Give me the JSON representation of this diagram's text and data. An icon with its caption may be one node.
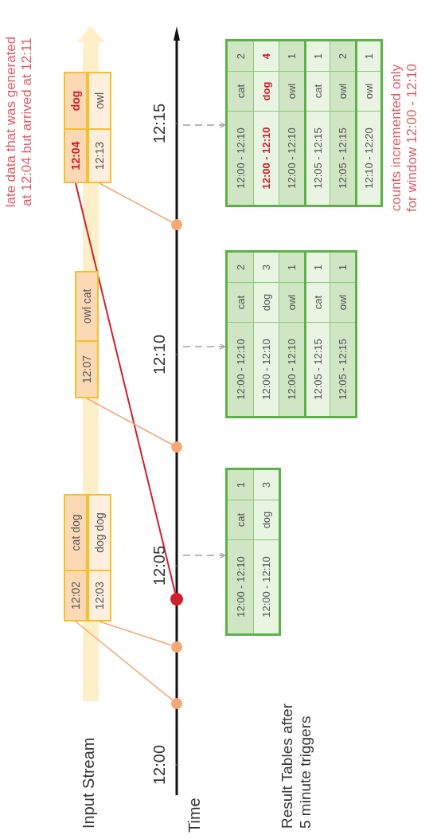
{
  "diagram": {
    "nodes": [
      {
        "text": [
          "12:02",
          "cat dog"
        ]
      },
      {
        "text": [
          "12:03",
          "dog dog"
        ]
      },
      {
        "text": [
          "12:07",
          "owl cat"
        ]
      },
      {
        "text": [
          "12:04",
          "dog"
        ]
      },
      {
        "text": [
          "12:13",
          "owl"
        ]
      },
      {
        "text": [],
        "shape": "circle"
      },
      {
        "text": [],
        "shape": "circle"
      },
      {
        "text": [],
        "shape": "circle"
      },
      {
        "text": [],
        "shape": "circle"
      },
      {
        "text": [],
        "shape": "circle"
      },
      {
        "text": [],
        "shape": "box"
      },
      {
        "text": [
          "12:00 - 12:10",
          "cat",
          "1"
        ],
        "in": 10
      },
      {
        "text": [
          "12:00 - 12:10",
          "dog",
          "3"
        ],
        "in": 10
      },
      {
        "text": [],
        "shape": "box"
      },
      {
        "text": [
          "12:00 - 12:10",
          "cat",
          "2"
        ],
        "in": 13
      },
      {
        "text": [
          "12:00 - 12:10",
          "dog",
          "3"
        ],
        "in": 13
      },
      {
        "text": [
          "12:00 - 12:10",
          "owl",
          "1"
        ],
        "in": 13
      },
      {
        "text": [
          "12:05 - 12:15",
          "cat",
          "1"
        ],
        "in": 13
      },
      {
        "text": [
          "12:05 - 12:15",
          "owl",
          "1"
        ],
        "in": 13
      },
      {
        "text": [],
        "shape": "box"
      },
      {
        "text": [
          "12:00 - 12:10",
          "cat",
          "2"
        ],
        "in": 19
      },
      {
        "text": [
          "12:00 - 12:10",
          "dog",
          "4"
        ],
        "in": 19
      },
      {
        "text": [
          "12:00 - 12:10",
          "owl",
          "1"
        ],
        "in": 19
      },
      {
        "text": [
          "12:05 - 12:15",
          "cat",
          "1"
        ],
        "in": 19
      },
      {
        "text": [
          "12:05 - 12:15",
          "owl",
          "2"
        ],
        "in": 19
      },
      {
        "text": [
          "12:10 - 12:20",
          "owl",
          "1"
        ],
        "in": 19
      },
      {
        "text": [],
        "shape": "arrow"
      }
    ],
    "edges": [
      {
        "from": 0,
        "to": 9,
        "arrow": "none"
      },
      {
        "from": 1,
        "to": 8,
        "arrow": "none"
      },
      {
        "from": 3,
        "to": 7,
        "arrow": "none",
        "color": "#d0202e"
      },
      {
        "from": 2,
        "to": 6,
        "arrow": "none"
      },
      {
        "from": 4,
        "to": 5,
        "arrow": "none"
      },
      {
        "from": 26,
        "to": 10,
        "arrow": "to",
        "style": "dashed",
        "color": "#a0a0a0"
      },
      {
        "from": 26,
        "to": 13,
        "arrow": "to",
        "style": "dashed",
        "color": "#a0a0a0"
      },
      {
        "from": 26,
        "to": 19,
        "arrow": "to",
        "style": "dashed",
        "color": "#a0a0a0"
      }
    ],
    "labels": [
      "Input Stream",
      "Time",
      "12:00",
      "12:05",
      "12:10",
      "12:15",
      "late data that was generated at 12:04 but arrived at 12:11",
      "Result Tables after 5 minute triggers",
      "counts incremented only for window 12:00 - 12:10"
    ]
  }
}
